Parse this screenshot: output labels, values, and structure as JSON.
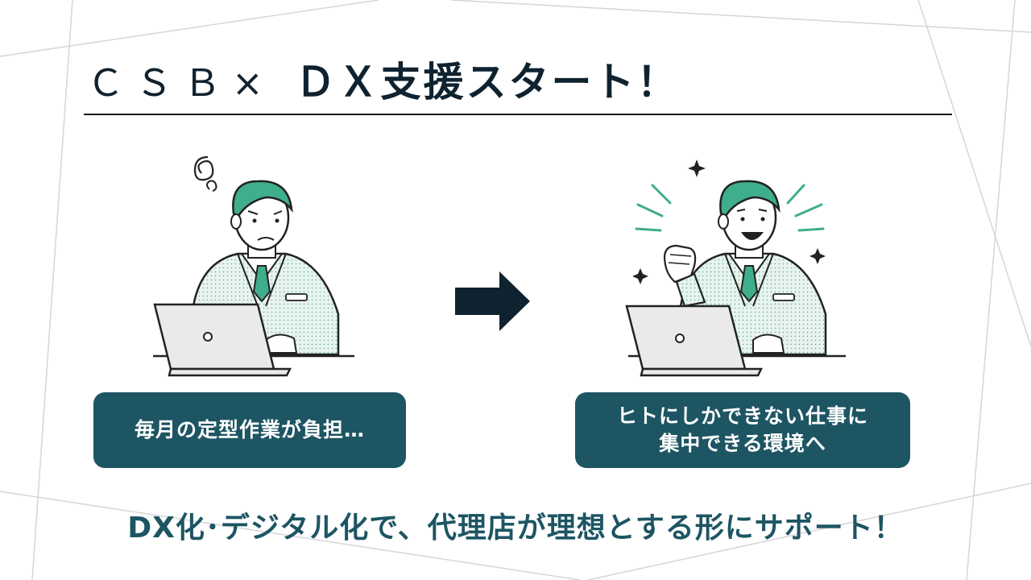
{
  "title": {
    "prefix": "ＣＳＢ×",
    "main": "ＤＸ支援スタート！"
  },
  "before": {
    "caption": "毎月の定型作業が負担…",
    "icon": "worried-businessman-laptop-icon"
  },
  "after": {
    "caption_line1": "ヒトにしかできない仕事に",
    "caption_line2": "集中できる環境へ",
    "icon": "happy-businessman-laptop-icon"
  },
  "arrow_icon": "right-arrow-icon",
  "bottom_message": "DX化･デジタル化で、代理店が理想とする形にサポート！",
  "colors": {
    "title": "#0f2230",
    "accent_teal": "#1d5563",
    "hair": "#3fae8c",
    "arrow": "#0f2230"
  }
}
